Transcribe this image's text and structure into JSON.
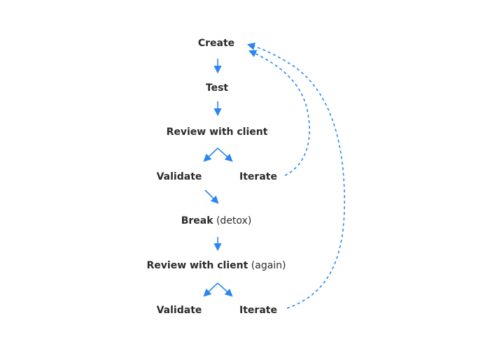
{
  "diagram": {
    "accent_color": "#2a86f0",
    "text_color": "#2b2b2b",
    "nodes": {
      "create": "Create",
      "test": "Test",
      "review1": "Review with client",
      "validate1": "Validate",
      "iterate1": "Iterate",
      "break_bold": "Break",
      "break_note": "(detox)",
      "review2_bold": "Review with client",
      "review2_note": "(again)",
      "validate2": "Validate",
      "iterate2": "Iterate"
    }
  }
}
